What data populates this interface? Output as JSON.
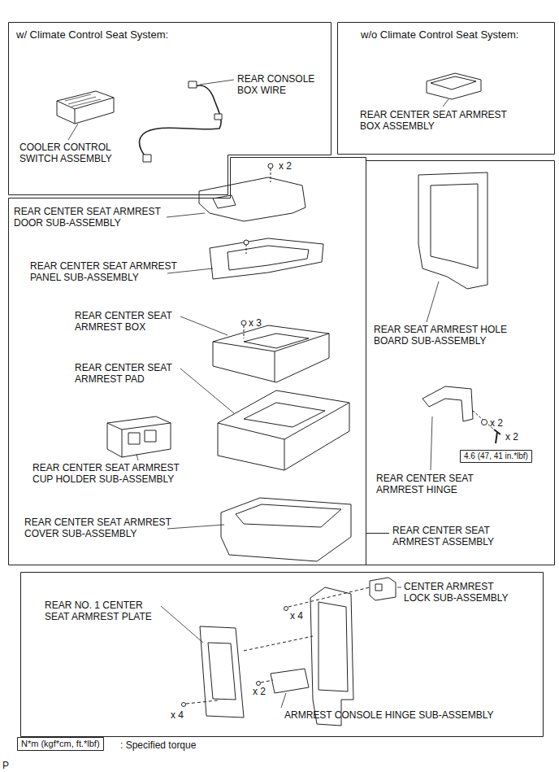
{
  "diagram": {
    "nodes": [
      {
        "text": [
          "w/ Climate Control Seat System:"
        ]
      },
      {
        "text": [
          "w/o Climate Control Seat System:"
        ]
      },
      {
        "text": [
          "REAR CENTER SEAT ARMREST ASSEMBLY"
        ]
      },
      {
        "text": [
          "4.6 (47, 41 in.*lbf)"
        ],
        "in": 2
      },
      {
        "text": [
          "N*m (kgf*cm, ft.*lbf)"
        ]
      }
    ],
    "edges": [],
    "labels": [
      "COOLER CONTROL SWITCH ASSEMBLY",
      "REAR CONSOLE BOX WIRE",
      "REAR CENTER SEAT ARMREST BOX ASSEMBLY",
      "x 2",
      "REAR CENTER SEAT ARMREST DOOR SUB-ASSEMBLY",
      "REAR CENTER SEAT ARMREST PANEL SUB-ASSEMBLY",
      "REAR CENTER SEAT ARMREST BOX",
      "x 3",
      "REAR CENTER SEAT ARMREST PAD",
      "REAR CENTER SEAT ARMREST CUP HOLDER SUB-ASSEMBLY",
      "REAR CENTER SEAT ARMREST COVER SUB-ASSEMBLY",
      "REAR SEAT ARMREST HOLE BOARD SUB-ASSEMBLY",
      "REAR CENTER SEAT ARMREST HINGE",
      "x 2",
      "x 2",
      "REAR NO. 1 CENTER SEAT ARMREST PLATE",
      "CENTER ARMREST LOCK SUB-ASSEMBLY",
      "x 4",
      "x 2",
      "x 4",
      "ARMREST CONSOLE HINGE SUB-ASSEMBLY",
      ": Specified torque",
      "P"
    ]
  }
}
